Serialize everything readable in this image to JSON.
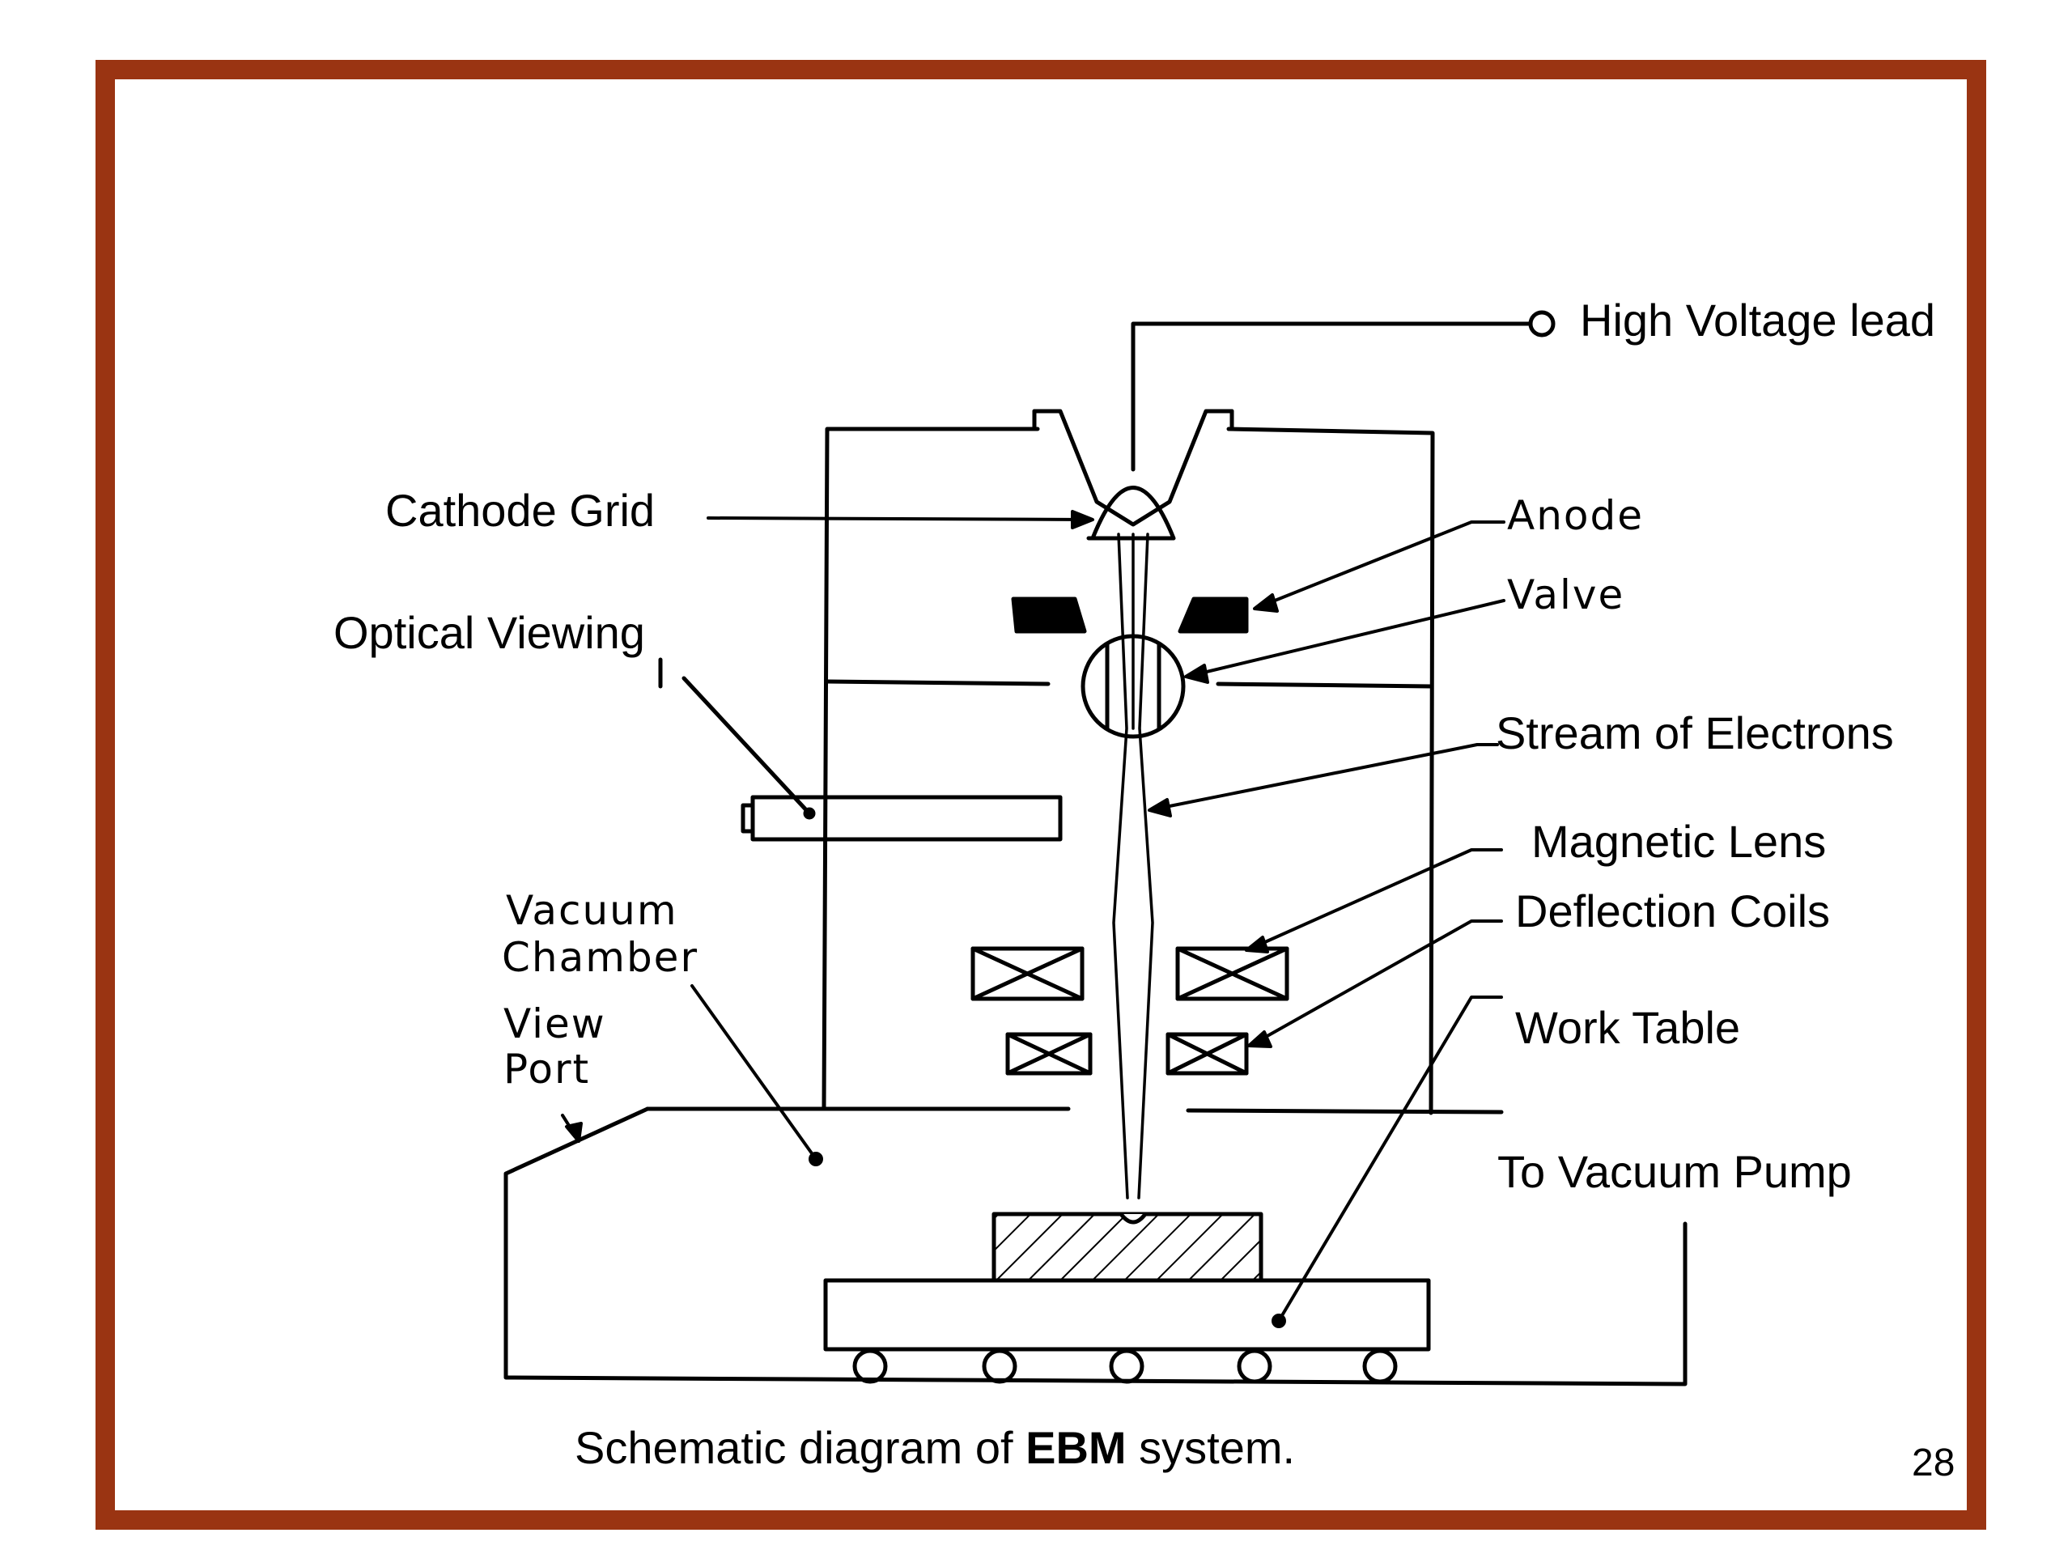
{
  "frame": {
    "border_color": "#9a3412"
  },
  "labels": {
    "high_voltage_lead": "High Voltage lead",
    "cathode_grid": "Cathode Grid",
    "anode": "Anode",
    "valve": "Valve",
    "optical_viewing": "Optical Viewing",
    "stream_of_electrons": "Stream of Electrons",
    "magnetic_lens": "Magnetic Lens",
    "deflection_coils": "Deflection Coils",
    "vacuum_chamber_line1": "Vacuum",
    "vacuum_chamber_line2": "Chamber",
    "view_port_line1": "View",
    "view_port_line2": "Port",
    "work_table": "Work Table",
    "to_vacuum_pump": "To Vacuum Pump"
  },
  "caption": {
    "prefix": "Schematic diagram of ",
    "bold": "EBM",
    "suffix": " system."
  },
  "page_number": "28"
}
